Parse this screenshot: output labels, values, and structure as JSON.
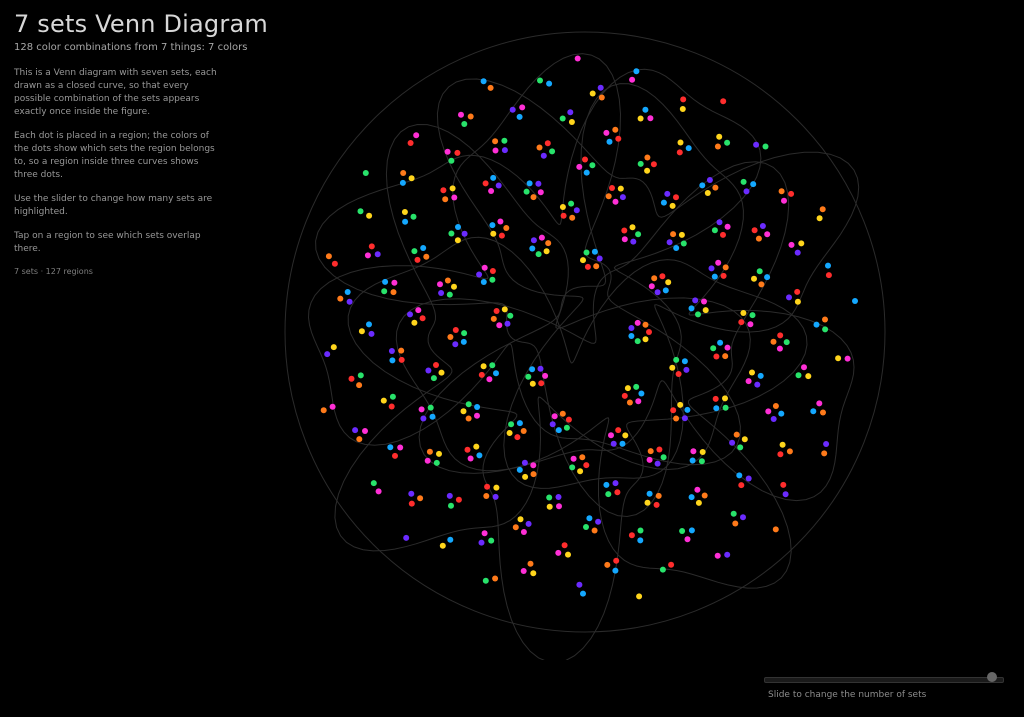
{
  "header": {
    "title": "7 sets Venn Diagram",
    "subtitle": "128 color combinations from 7 things: 7 colors"
  },
  "intro": {
    "paragraphs": [
      "This is a Venn diagram with seven sets, each drawn as a closed curve, so that every possible combination of the sets appears exactly once inside the figure.",
      "Each dot is placed in a region; the colors of the dots show which sets the region belongs to, so a region inside three curves shows three dots.",
      "Use the slider to change how many sets are highlighted.",
      "Tap on a region to see which sets overlap there."
    ],
    "footer": "7 sets · 127 regions"
  },
  "diagram": {
    "set_colors": [
      "#ff2d2d",
      "#ffd51c",
      "#28e36b",
      "#14a8ff",
      "#6b2bff",
      "#ff2fd6",
      "#ff7a1a"
    ],
    "background": "#000000",
    "curve_color": "#2b2b2b"
  },
  "controls": {
    "slider_value": 0.97,
    "hint": "Slide to change the number of sets"
  }
}
